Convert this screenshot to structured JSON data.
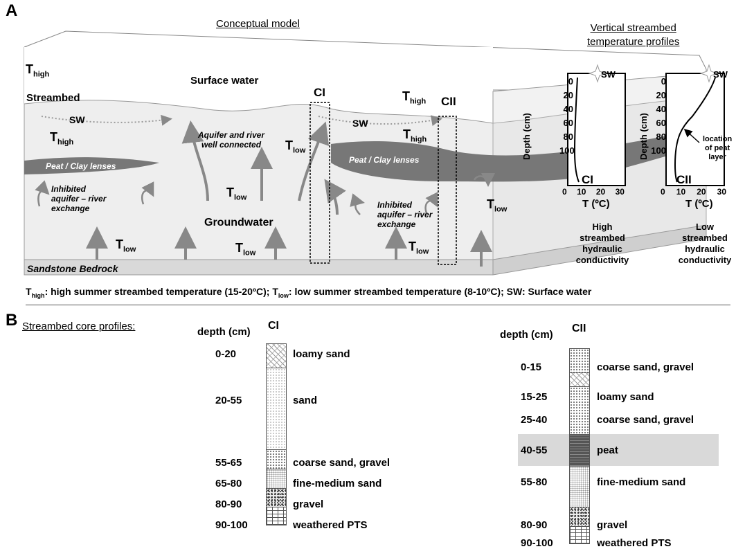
{
  "panel_a": {
    "letter": "A",
    "model_title": "Conceptual model",
    "labels": {
      "t_high": "T",
      "t_low": "T",
      "sub_high": "high",
      "sub_low": "low",
      "streambed": "Streambed",
      "surface_water": "Surface water",
      "sw": "SW",
      "peat_clay": "Peat / Clay lenses",
      "inhibited_1": "Inhibited",
      "inhibited_2": "aquifer – river",
      "inhibited_3": "exchange",
      "aq_well_1": "Aquifer and river",
      "aq_well_2": "well connected",
      "groundwater": "Groundwater",
      "sandstone": "Sandstone Bedrock",
      "ci": "CI",
      "cii": "CII"
    },
    "profiles": {
      "title_1": "Vertical streambed",
      "title_2": "temperature profiles",
      "ylabel": "Depth (cm)",
      "xlabel": "T (ºC)",
      "y_ticks": [
        "0",
        "20",
        "40",
        "60",
        "80",
        "100"
      ],
      "x_ticks": [
        "0",
        "10",
        "20",
        "30"
      ],
      "sw": "SW",
      "ci": "CI",
      "cii": "CII",
      "peat_annot_1": "location",
      "peat_annot_2": "of peat",
      "peat_annot_3": "layer",
      "high_cond": [
        "High",
        "streambed",
        "hydraulic",
        "conductivity"
      ],
      "low_cond": [
        "Low",
        "streambed",
        "hydraulic",
        "conductivity"
      ]
    },
    "caption": {
      "t": "T",
      "high_sub": "high",
      "high_text": ": high summer streambed temperature (15-20ºC); ",
      "low_sub": "low",
      "low_text": ": low summer streambed temperature (8-10ºC); SW: Surface water"
    }
  },
  "panel_b": {
    "letter": "B",
    "title": "Streambed core profiles:",
    "depth_header": "depth (cm)",
    "ci": {
      "name": "CI",
      "layers": [
        {
          "depth": "0-20",
          "label": "loamy sand",
          "pattern": "loamy"
        },
        {
          "depth": "20-55",
          "label": "sand",
          "pattern": "sand"
        },
        {
          "depth": "55-65",
          "label": "coarse sand, gravel",
          "pattern": "coarse"
        },
        {
          "depth": "65-80",
          "label": "fine-medium sand",
          "pattern": "fine"
        },
        {
          "depth": "80-90",
          "label": "gravel",
          "pattern": "gravel"
        },
        {
          "depth": "90-100",
          "label": "weathered PTS",
          "pattern": "pts"
        }
      ]
    },
    "cii": {
      "name": "CII",
      "layers": [
        {
          "depth": "0-15",
          "label": "coarse sand, gravel",
          "pattern": "coarse"
        },
        {
          "depth": "15-25",
          "label": "loamy sand",
          "pattern": "loamy"
        },
        {
          "depth": "25-40",
          "label": "coarse sand, gravel",
          "pattern": "coarse"
        },
        {
          "depth": "40-55",
          "label": "peat",
          "pattern": "peat"
        },
        {
          "depth": "55-80",
          "label": "fine-medium sand",
          "pattern": "fine"
        },
        {
          "depth": "80-90",
          "label": "gravel",
          "pattern": "gravel"
        },
        {
          "depth": "90-100",
          "label": "weathered PTS",
          "pattern": "pts"
        }
      ]
    },
    "peat_highlight_color": "#d9d9d9"
  }
}
